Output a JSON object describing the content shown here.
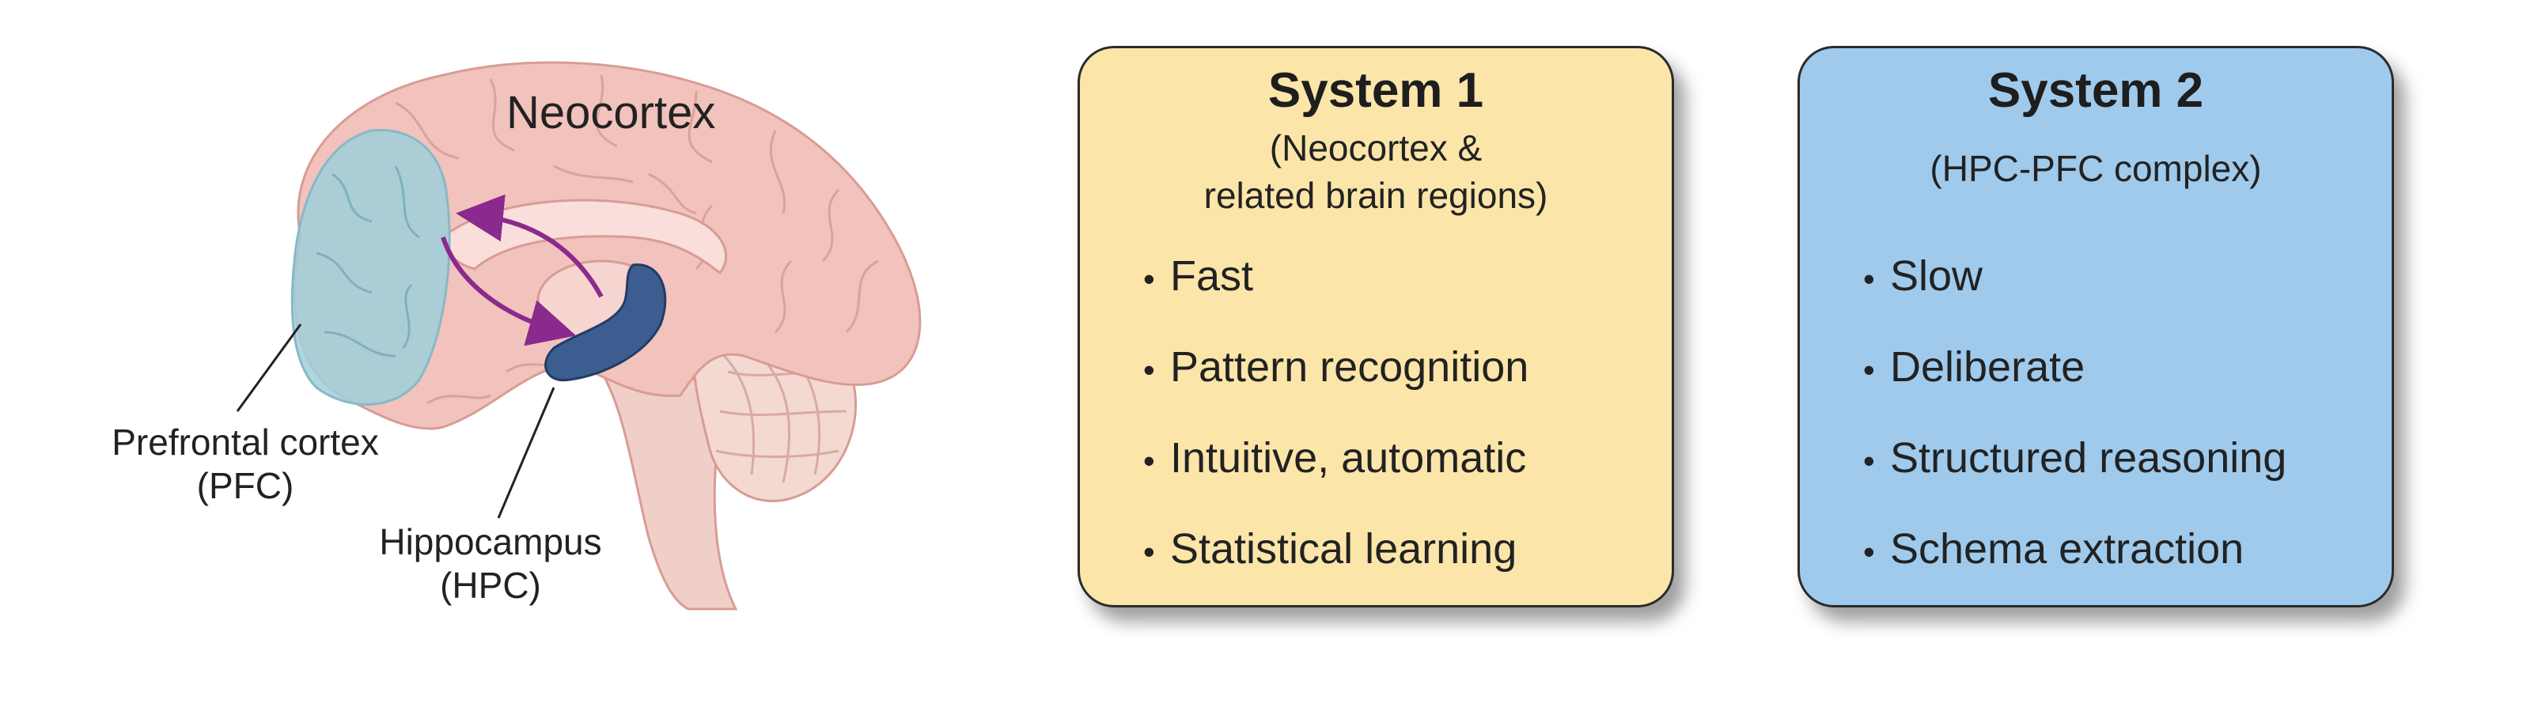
{
  "brain": {
    "neocortex_label": "Neocortex",
    "pfc_label_line1": "Prefrontal cortex",
    "pfc_label_line2": "(PFC)",
    "hpc_label_line1": "Hippocampus",
    "hpc_label_line2": "(HPC)"
  },
  "colors": {
    "cortex_pink": "#f2c2bd",
    "pfc_blue": "#9fd0db",
    "hippocampus_navy": "#3b5d8f",
    "arrow_purple": "#8b2a8e",
    "system1_fill": "#fbe5a9",
    "system2_fill": "#9fcaec"
  },
  "system1": {
    "title": "System 1",
    "subtitle_line1": "(Neocortex &",
    "subtitle_line2": "related brain regions)",
    "items": [
      "Fast",
      "Pattern recognition",
      "Intuitive, automatic",
      "Statistical learning"
    ]
  },
  "system2": {
    "title": "System 2",
    "subtitle_line1": "(HPC-PFC complex)",
    "items": [
      "Slow",
      "Deliberate",
      "Structured reasoning",
      "Schema extraction"
    ]
  }
}
